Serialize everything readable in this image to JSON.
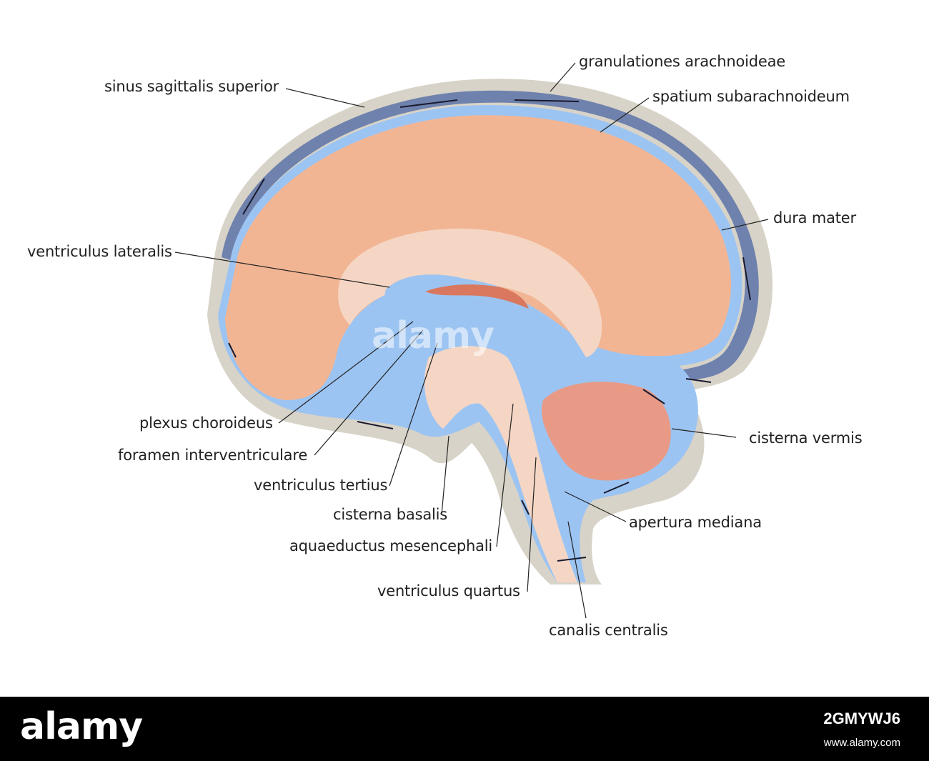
{
  "labels": {
    "sinus_sagittalis_superior": "sinus sagittalis superior",
    "granulationes_arachnoideae": "granulationes arachnoideae",
    "spatium_subarachnoideum": "spatium subarachnoideum",
    "dura_mater": "dura mater",
    "ventriculus_lateralis": "ventriculus lateralis",
    "plexus_choroideus": "plexus choroideus",
    "foramen_interventriculare": "foramen interventriculare",
    "ventriculus_tertius": "ventriculus tertius",
    "cisterna_basalis": "cisterna basalis",
    "aquaeductus_mesencephali": "aquaeductus mesencephali",
    "ventriculus_quartus": "ventriculus quartus",
    "canalis_centralis": "canalis centralis",
    "cisterna_vermis": "cisterna vermis",
    "apertura_mediana": "apertura mediana"
  },
  "watermark": "alamy",
  "footer": {
    "logo": "alamy",
    "image_id": "2GMYWJ6",
    "site": "www.alamy.com"
  },
  "colors": {
    "skull_outline": "#d8d3c8",
    "dura": "#6f82ad",
    "csf": "#9cc4f2",
    "brain": "#f2b594",
    "brain_light": "#f5d6c4",
    "cerebellum": "#e99a86",
    "choroid": "#d9785f"
  }
}
